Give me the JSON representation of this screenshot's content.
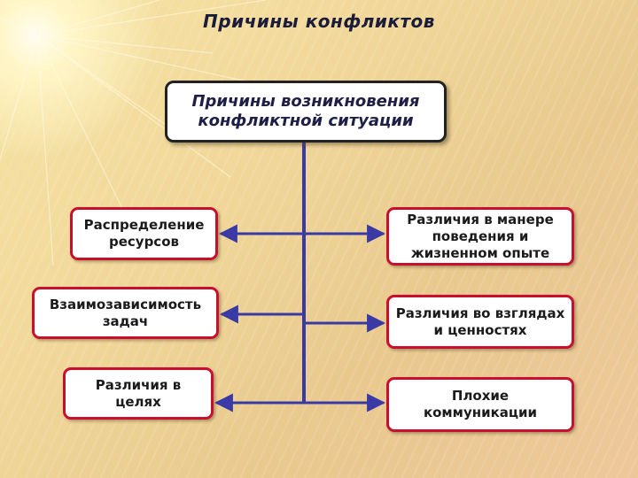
{
  "title": "Причины конфликтов",
  "central": "Причины возникновения конфликтной ситуации",
  "left_items": [
    "Распределение ресурсов",
    "Взаимозависимость задач",
    "Различия в целях"
  ],
  "right_items": [
    "Различия в манере поведения и жизненном опыте",
    "Различия во взглядах и ценностях",
    "Плохие коммуникации"
  ],
  "colors": {
    "connector": "#3a3aa6",
    "box_border": "#c8102e",
    "central_border": "#222222"
  }
}
